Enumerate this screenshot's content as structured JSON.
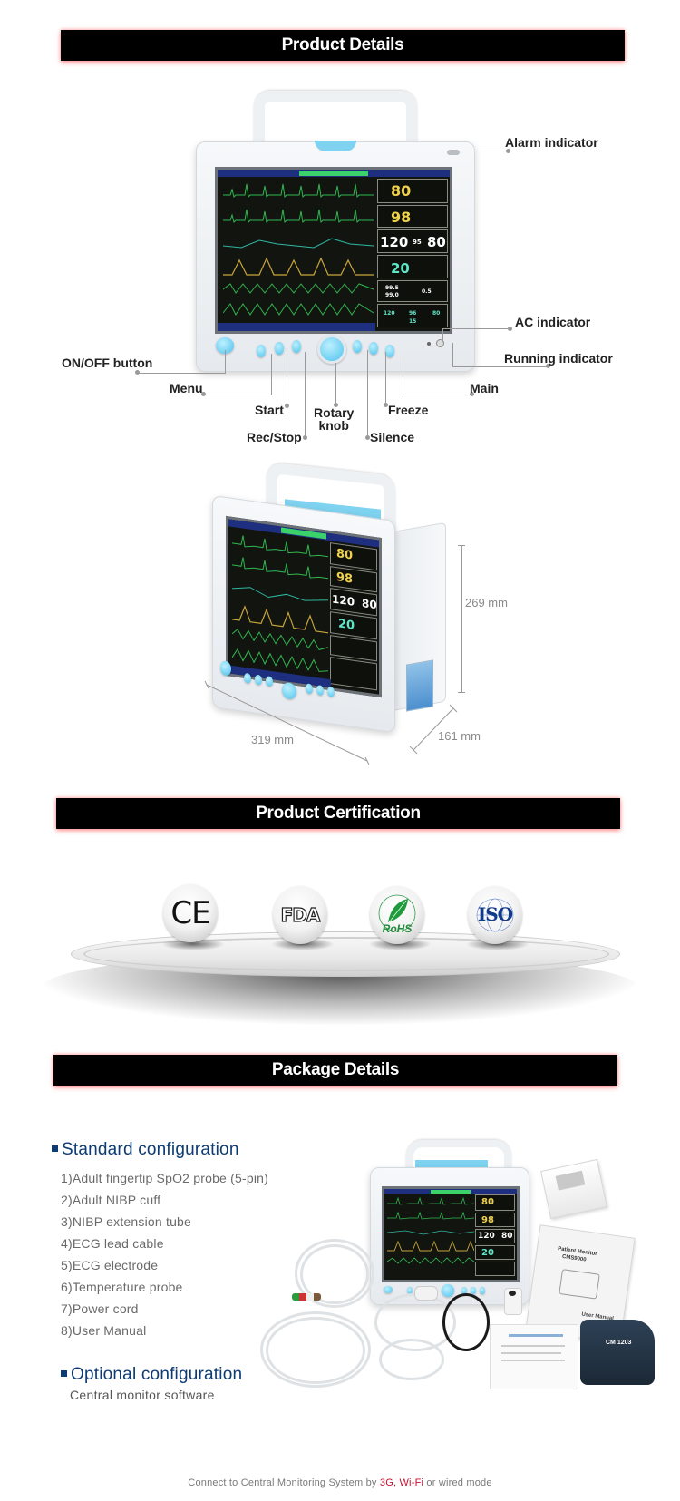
{
  "sections": {
    "product_details": {
      "title": "Product Details"
    },
    "product_certification": {
      "title": "Product Certification"
    },
    "package_details": {
      "title": "Package Details"
    }
  },
  "product_details": {
    "callouts": {
      "alarm_indicator": "Alarm indicator",
      "ac_indicator": "AC indicator",
      "running_indicator": "Running indicator",
      "on_off_button": "ON/OFF button",
      "menu": "Menu",
      "start": "Start",
      "rec_stop": "Rec/Stop",
      "rotary_knob_line1": "Rotary",
      "rotary_knob_line2": "knob",
      "silence": "Silence",
      "freeze": "Freeze",
      "main": "Main"
    },
    "screen_values": {
      "hr": "80",
      "spo2": "98",
      "nibp_sys": "120",
      "nibp_map": "95",
      "nibp_dia": "80",
      "resp": "20",
      "temp_t1": "99.5",
      "temp_t2": "99.0",
      "temp_td": "0.5",
      "ibp_1": "120",
      "ibp_2": "96",
      "ibp_3": "80",
      "ibp_4": "15"
    },
    "dimensions": {
      "height": "269 mm",
      "width": "319 mm",
      "depth": "161 mm"
    }
  },
  "certifications": [
    {
      "name": "CE",
      "label": "CE"
    },
    {
      "name": "FDA",
      "label": "FDA"
    },
    {
      "name": "RoHS",
      "label": "RoHS"
    },
    {
      "name": "ISO",
      "label": "ISO"
    }
  ],
  "package": {
    "standard_heading": "Standard configuration",
    "standard_items": [
      "1)Adult fingertip SpO2 probe (5-pin)",
      "2)Adult NIBP cuff",
      "3)NIBP extension tube",
      "4)ECG lead cable",
      "5)ECG electrode",
      "6)Temperature probe",
      "7)Power cord",
      "8)User Manual"
    ],
    "optional_heading": "Optional configuration",
    "optional_items": [
      "Central monitor software"
    ],
    "manual_title_line1": "Patient Monitor",
    "manual_title_line2": "CMS9000",
    "manual_footer": "User Manual",
    "cuff_label": "CM 1203"
  },
  "footer": {
    "prefix": "Connect to Central Monitoring System by ",
    "highlight": "3G, Wi-Fi",
    "suffix": " or wired mode"
  },
  "colors": {
    "section_bar": "#000000",
    "section_bar_glow": "#ff3c3c",
    "heading_blue": "#0d3b73",
    "accent_blue_button": "#4cc2ec",
    "footer_highlight": "#c8102e"
  }
}
